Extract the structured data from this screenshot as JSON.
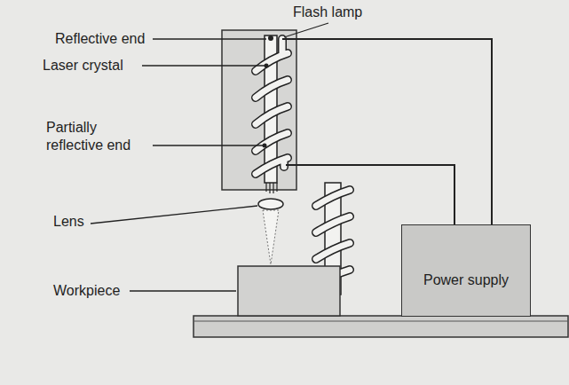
{
  "diagram": {
    "nodes": [
      {
        "text": [
          "Power supply"
        ]
      }
    ],
    "labels": [
      "Flash lamp",
      "Reflective end",
      "Laser crystal",
      "Partially reflective end",
      "Lens",
      "Workpiece"
    ]
  }
}
